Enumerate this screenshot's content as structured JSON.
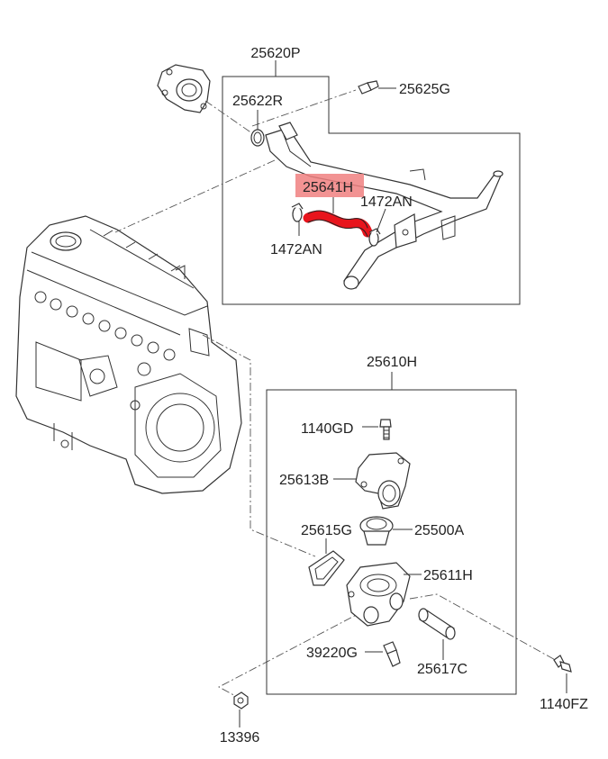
{
  "parts": {
    "p25620P": "25620P",
    "p25622R": "25622R",
    "p25625G": "25625G",
    "p25641H": "25641H",
    "p1472AN_right": "1472AN",
    "p1472AN_left": "1472AN",
    "p25610H": "25610H",
    "p1140GD": "1140GD",
    "p25613B": "25613B",
    "p25615G": "25615G",
    "p25500A": "25500A",
    "p25611H": "25611H",
    "p39220G": "39220G",
    "p25617C": "25617C",
    "p1140FZ": "1140FZ",
    "p13396": "13396"
  },
  "colors": {
    "highlight_fill": "#f08080",
    "hose_red": "#e8141c",
    "line": "#333333"
  }
}
